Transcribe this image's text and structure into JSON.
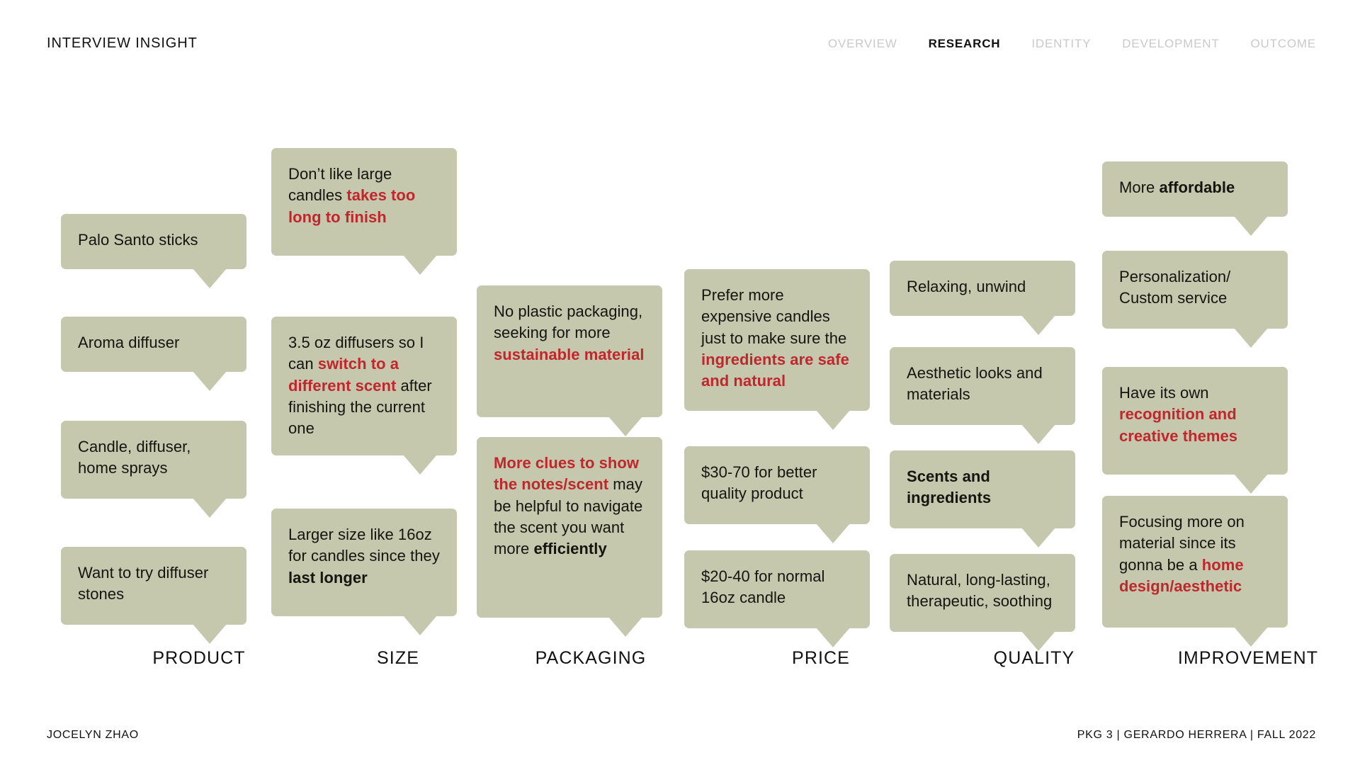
{
  "header": {
    "brand": "INTERVIEW INSIGHT",
    "nav": [
      {
        "label": "OVERVIEW",
        "active": false
      },
      {
        "label": "RESEARCH",
        "active": true
      },
      {
        "label": "IDENTITY",
        "active": false
      },
      {
        "label": "DEVELOPMENT",
        "active": false
      },
      {
        "label": "OUTCOME",
        "active": false
      }
    ]
  },
  "colors": {
    "bubble_fill": "#c5c8ad",
    "highlight_red": "#c0272d",
    "text": "#15150f",
    "nav_inactive": "#c9c9c9",
    "page_background": "#ffffff"
  },
  "columns": [
    {
      "label": "PRODUCT",
      "bubbles": [
        {
          "id": "product-1",
          "text": "Palo Santo sticks"
        },
        {
          "id": "product-2",
          "text": "Aroma diffuser"
        },
        {
          "id": "product-3",
          "text": "Candle, diffuser, home sprays"
        },
        {
          "id": "product-4",
          "text": "Want to try diffuser stones"
        }
      ]
    },
    {
      "label": "SIZE",
      "bubbles": [
        {
          "id": "size-1",
          "text": "Don’t like large candles takes too long to finish",
          "highlight": "takes too long to finish"
        },
        {
          "id": "size-2",
          "text": "3.5 oz diffusers so I can switch to a different scent after finishing the current one",
          "highlight": "switch to a different scent"
        },
        {
          "id": "size-3",
          "text": "Larger size like 16oz for candles since they last longer",
          "bold": "last longer"
        }
      ]
    },
    {
      "label": "PACKAGING",
      "bubbles": [
        {
          "id": "packaging-1",
          "text": "No plastic packaging, seeking for more sustainable material",
          "highlight": "sustainable material"
        },
        {
          "id": "packaging-2",
          "text": "More clues to show the notes/scent may be helpful to navigate the scent you want more efficiently",
          "highlight": "More clues to show the notes/scent",
          "bold": "efficiently"
        }
      ]
    },
    {
      "label": "PRICE",
      "bubbles": [
        {
          "id": "price-1",
          "text": "Prefer more expensive candles just to make sure the ingredients are safe and natural",
          "highlight": "ingredients are safe and natural"
        },
        {
          "id": "price-2",
          "text": "$30-70 for better quality product"
        },
        {
          "id": "price-3",
          "text": "$20-40 for normal 16oz candle"
        }
      ]
    },
    {
      "label": "QUALITY",
      "bubbles": [
        {
          "id": "quality-1",
          "text": "Relaxing, unwind"
        },
        {
          "id": "quality-2",
          "text": "Aesthetic looks and materials"
        },
        {
          "id": "quality-3",
          "text": "Scents and ingredients",
          "bold": "Scents and ingredients"
        },
        {
          "id": "quality-4",
          "text": "Natural, long-lasting, therapeutic, soothing"
        }
      ]
    },
    {
      "label": "IMPROVEMENT",
      "bubbles": [
        {
          "id": "improvement-1",
          "text": "More affordable",
          "bold": "affordable"
        },
        {
          "id": "improvement-2",
          "text": "Personalization/ Custom service"
        },
        {
          "id": "improvement-3",
          "text": "Have its own recognition and creative themes",
          "highlight": "recognition and creative themes"
        },
        {
          "id": "improvement-4",
          "text": "Focusing more on material since its gonna be a home design/aesthetic",
          "highlight": "home design/aesthetic"
        }
      ]
    }
  ],
  "footer": {
    "left": "JOCELYN ZHAO",
    "right": "PKG 3 | GERARDO HERRERA | FALL 2022"
  }
}
